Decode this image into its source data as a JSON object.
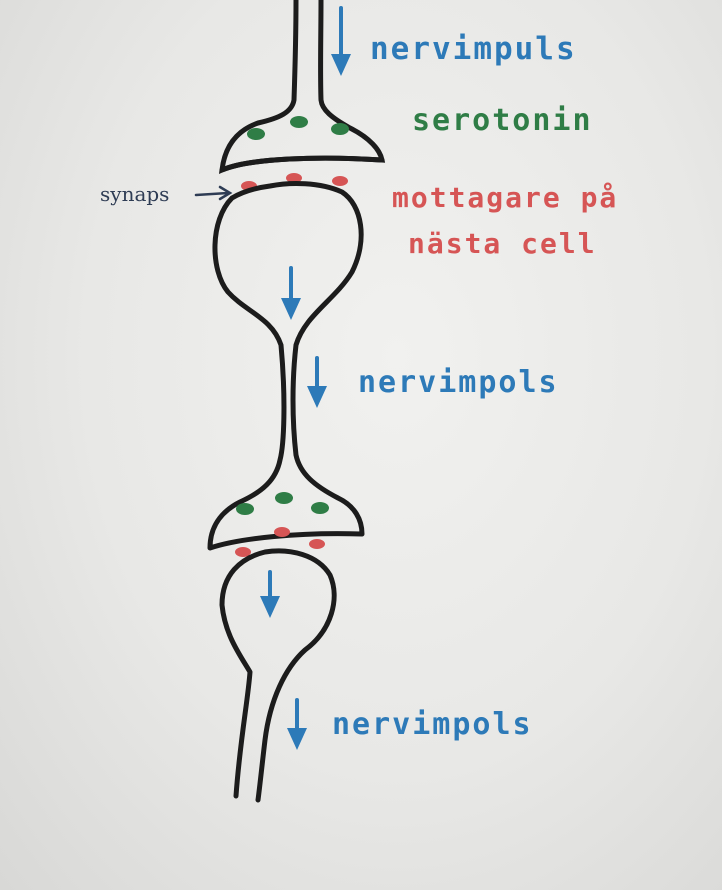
{
  "labels": {
    "impulse_1": "nervimpuls",
    "neurotransmitter": "serotonin",
    "synapse": "synaps",
    "receptor_line_1": "mottagare på",
    "receptor_line_2": "nästa cell",
    "impulse_2": "nervimpols",
    "impulse_3": "nervimpols"
  },
  "colors": {
    "outline": "#1c1c1c",
    "impulse_arrow": "#2d7ab8",
    "serotonin": "#2f7d46",
    "receptor": "#d65555",
    "synapse_label": "#2e3c54",
    "paper": "#ececea"
  }
}
